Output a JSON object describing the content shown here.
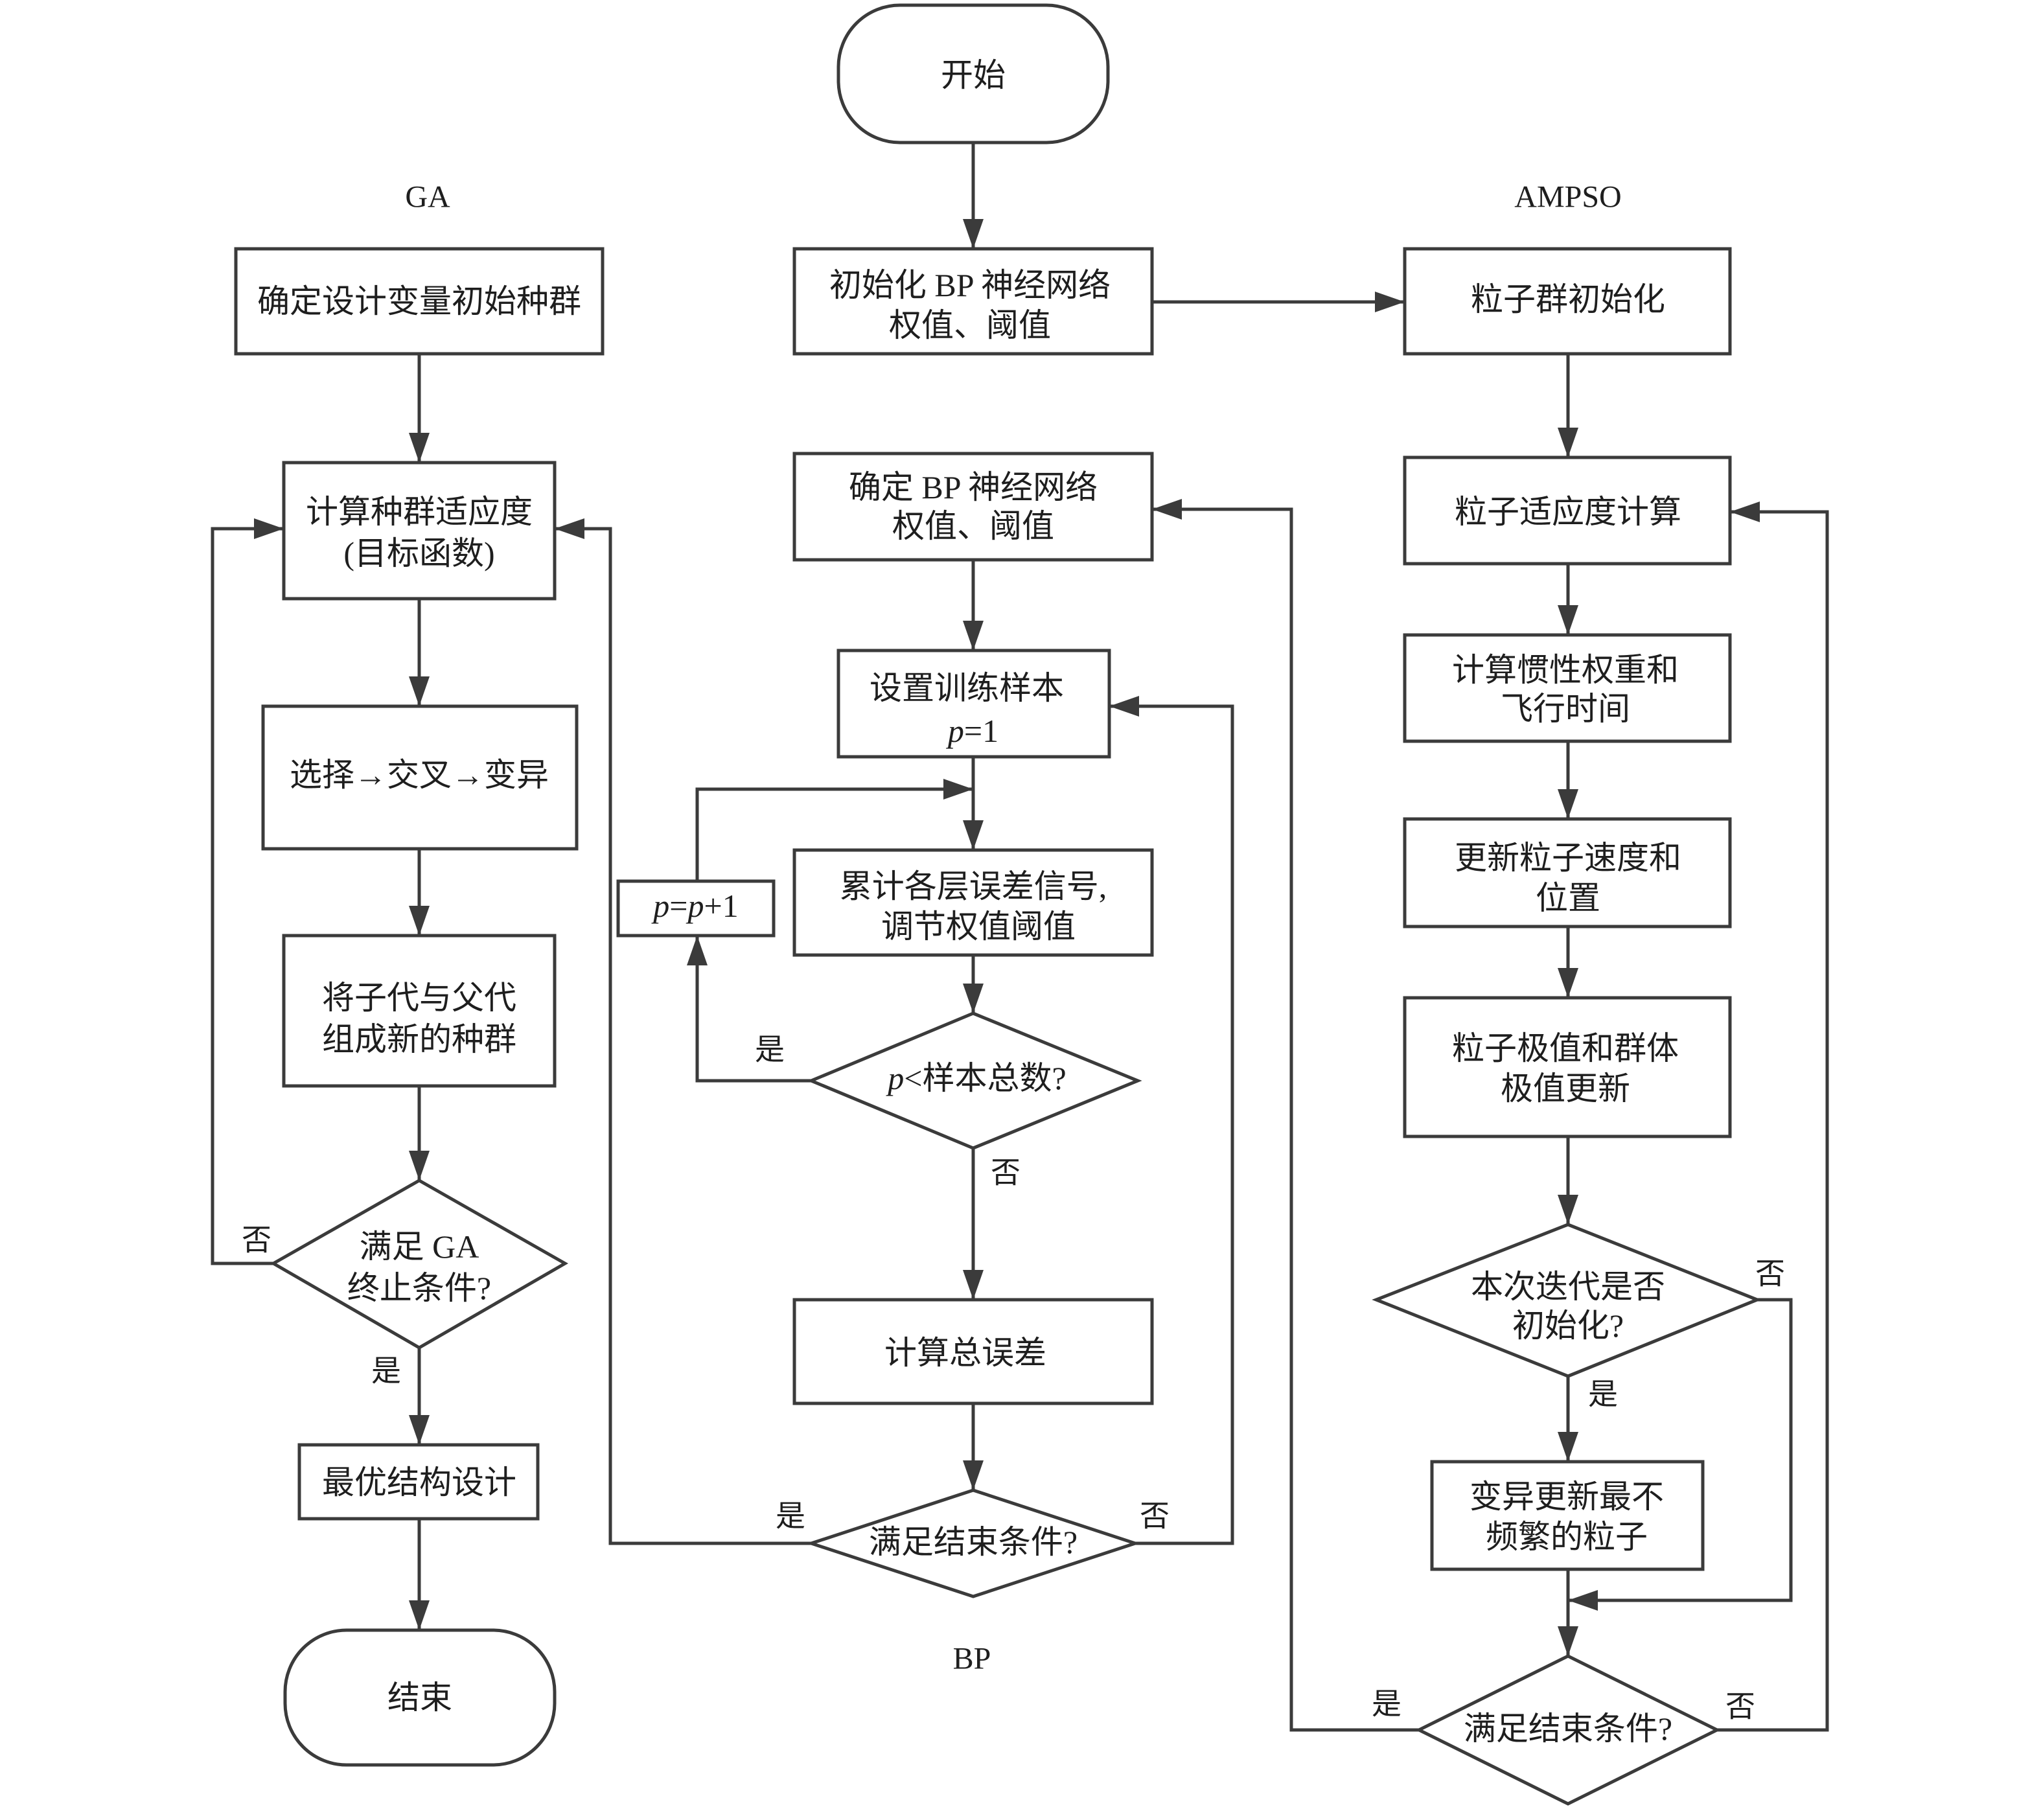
{
  "sections": {
    "ga": "GA",
    "bp": "BP",
    "ampso": "AMPSO"
  },
  "terminals": {
    "start": "开始",
    "end": "结束"
  },
  "ga": {
    "init": "确定设计变量初始种群",
    "fitness_line1": "计算种群适应度",
    "fitness_line2": "(目标函数)",
    "operators": "选择→交叉→变异",
    "merge_line1": "将子代与父代",
    "merge_line2": "组成新的种群",
    "decision_line1": "满足 GA",
    "decision_line2": "终止条件?",
    "decision_no": "否",
    "decision_yes": "是",
    "optimal": "最优结构设计"
  },
  "bp": {
    "init_line1": "初始化 BP 神经网络",
    "init_line2": "权值、阈值",
    "determine_line1": "确定 BP 神经网络",
    "determine_line2": "权值、阈值",
    "set_samples_line1": "设置训练样本",
    "set_samples_var": "p",
    "set_samples_rest": "=1",
    "increment_var1": "p",
    "increment_mid": "=",
    "increment_var2": "p",
    "increment_rest": "+1",
    "accumulate_line1": "累计各层误差信号,",
    "accumulate_line2": "调节权值阈值",
    "sample_decision_var": "p",
    "sample_decision_rest": "<样本总数?",
    "sample_yes": "是",
    "sample_no": "否",
    "total_error": "计算总误差",
    "end_decision": "满足结束条件?",
    "end_yes": "是",
    "end_no": "否"
  },
  "ampso": {
    "init": "粒子群初始化",
    "fitness": "粒子适应度计算",
    "inertia_line1": "计算惯性权重和",
    "inertia_line2": "飞行时间",
    "update_line1": "更新粒子速度和",
    "update_line2": "位置",
    "extremum_line1": "粒子极值和群体",
    "extremum_line2": "极值更新",
    "iter_decision_line1": "本次迭代是否",
    "iter_decision_line2": "初始化?",
    "iter_no": "否",
    "iter_yes": "是",
    "mutate_line1": "变异更新最不",
    "mutate_line2": "频繁的粒子",
    "end_decision": "满足结束条件?",
    "end_yes": "是",
    "end_no": "否"
  }
}
